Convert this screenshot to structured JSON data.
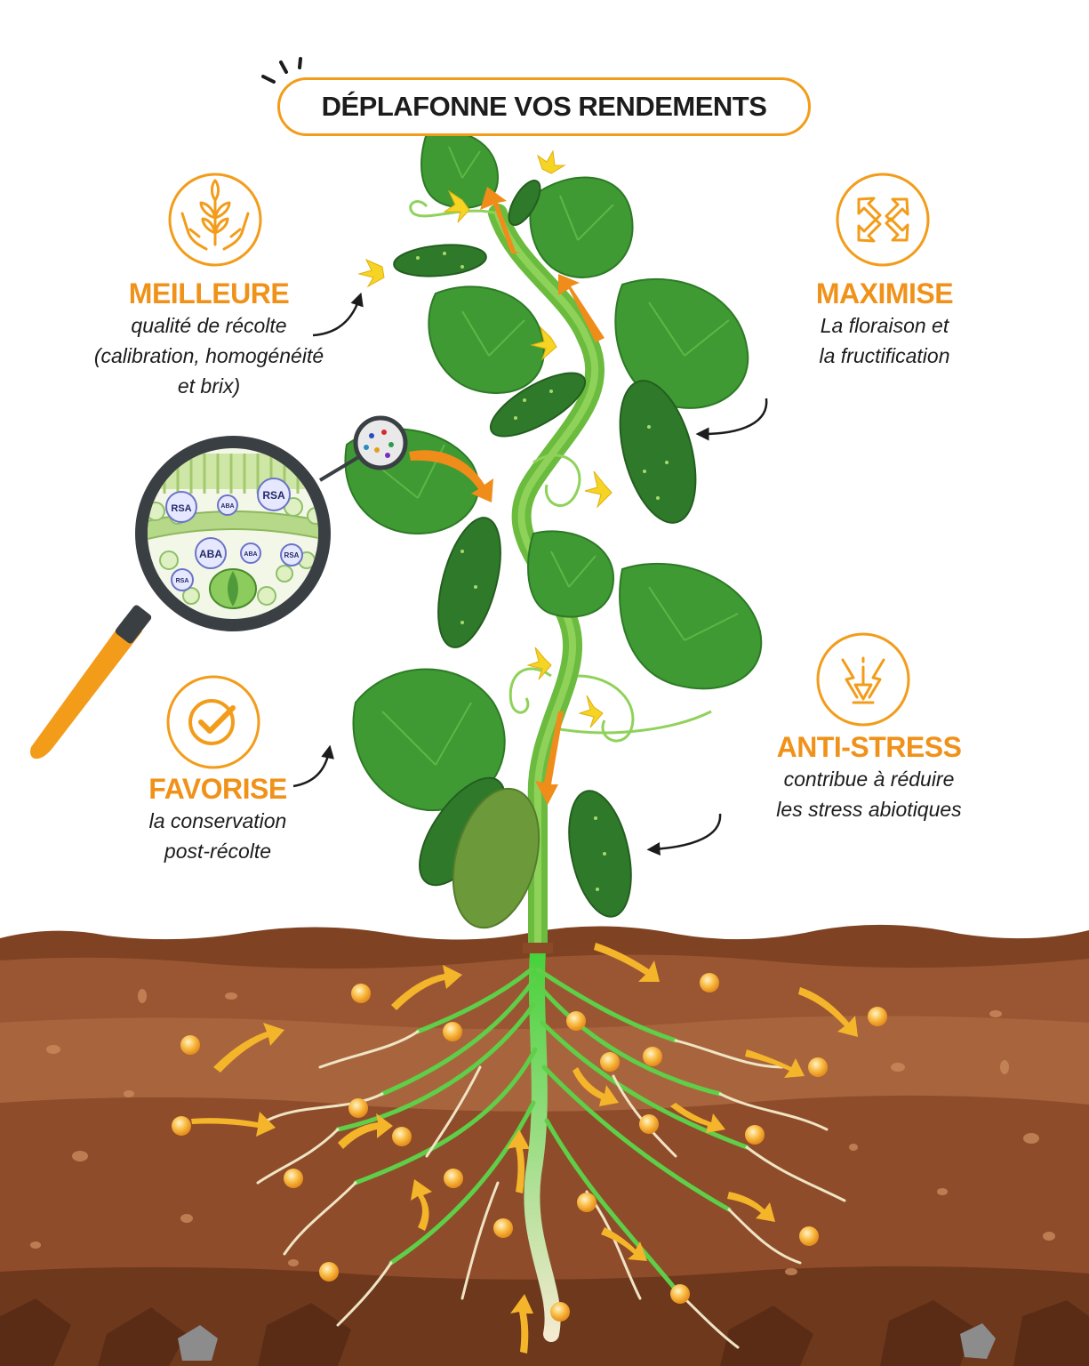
{
  "header": {
    "title": "DÉPLAFONNE VOS RENDEMENTS"
  },
  "benefits": {
    "meilleure": {
      "icon": "hands-plant-icon",
      "title": "MEILLEURE",
      "lines": [
        "qualité de récolte",
        "(calibration, homogénéité",
        "et brix)"
      ]
    },
    "maximise": {
      "icon": "expand-arrows-icon",
      "title": "MAXIMISE",
      "lines": [
        "La floraison et",
        "la fructification"
      ]
    },
    "favorise": {
      "icon": "check-circle-icon",
      "title": "FAVORISE",
      "lines": [
        "la conservation",
        "post-récolte"
      ]
    },
    "anti_stress": {
      "icon": "lightning-stress-icon",
      "title": "ANTI-STRESS",
      "lines": [
        "contribue à réduire",
        "les stress abiotiques"
      ]
    }
  },
  "magnifier": {
    "labels": [
      "RSA",
      "ABA",
      "RSA",
      "ABA",
      "ABA",
      "RSA",
      "RSA"
    ]
  },
  "colors": {
    "accent": "#f39c1a",
    "leaf": "#3f9a34",
    "cucumber": "#2f7a2a",
    "soil_top": "#8a4a28",
    "soil_mid": "#a4603a",
    "soil_bottom": "#7a3e22",
    "nutrient": "#f8b93a"
  }
}
